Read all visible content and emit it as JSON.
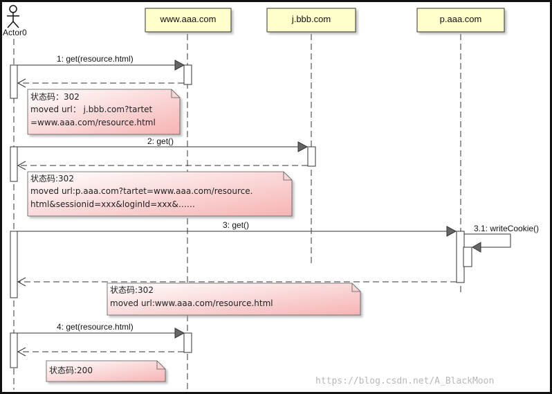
{
  "actor": {
    "label": "Actor0"
  },
  "participants": [
    {
      "id": "p-www",
      "label": "www.aaa.com"
    },
    {
      "id": "p-jbbb",
      "label": "j.bbb.com"
    },
    {
      "id": "p-paaa",
      "label": "p.aaa.com"
    }
  ],
  "messages": [
    {
      "label": "1: get(resource.html)"
    },
    {
      "label": "2: get()"
    },
    {
      "label": "3: get()"
    },
    {
      "label": "3.1: writeCookie()"
    },
    {
      "label": "4: get(resource.html)"
    }
  ],
  "notes": [
    {
      "lines": [
        "状态码：302",
        "moved url： j.bbb.com?tartet",
        "=www.aaa.com/resource.html"
      ]
    },
    {
      "lines": [
        "状态码:302",
        "moved url:p.aaa.com?tartet=www.aaa.com/resource.",
        "html&sessionid=xxx&loginId=xxx&……"
      ]
    },
    {
      "lines": [
        "状态码:302",
        "moved url:www.aaa.com/resource.html"
      ]
    },
    {
      "lines": [
        "状态码:200"
      ]
    }
  ],
  "watermark": "https://blog.csdn.net/A_BlackMoon",
  "colors": {
    "participant_fill": "#ffffcc",
    "note_fill_start": "#ffffff",
    "note_fill_end": "#f5b8b8",
    "line": "#333333"
  }
}
